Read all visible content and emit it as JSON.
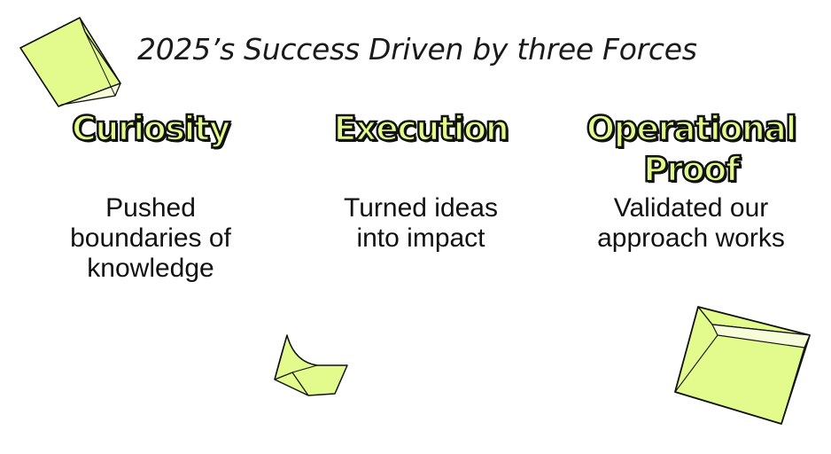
{
  "slide": {
    "title": "2025’s Success Driven by three Forces"
  },
  "forces": [
    {
      "title": "Curiosity",
      "title_line2": "",
      "description_lines": [
        "Pushed",
        "boundaries of",
        "knowledge"
      ]
    },
    {
      "title": "Execution",
      "title_line2": "",
      "description_lines": [
        "Turned ideas",
        "into impact",
        ""
      ]
    },
    {
      "title": "Operational",
      "title_line2": "Proof",
      "description_lines": [
        "Validated our",
        "approach works",
        ""
      ]
    }
  ],
  "colors": {
    "accent_lime": "#e3fa8c",
    "outline": "#111111",
    "text": "#111111"
  }
}
